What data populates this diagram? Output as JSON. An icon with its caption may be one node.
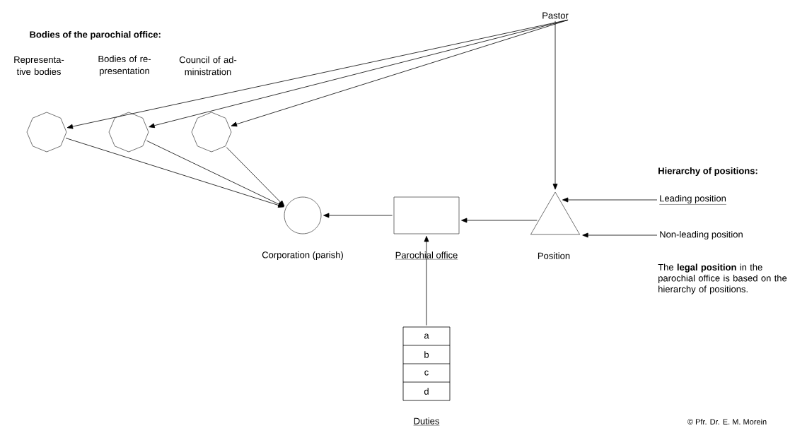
{
  "diagram": {
    "title": "Bodies of the parochial office:",
    "nodes": [
      {
        "text": [
          "Pastor"
        ]
      },
      {
        "text": [],
        "shape": "octagon"
      },
      {
        "text": [],
        "shape": "octagon"
      },
      {
        "text": [],
        "shape": "octagon"
      },
      {
        "text": [
          "Corporation (parish)"
        ]
      },
      {
        "text": [
          "Parochial office"
        ]
      },
      {
        "text": [
          "Position"
        ]
      },
      {
        "text": [
          "Leading position"
        ]
      },
      {
        "text": [
          "Non-leading position"
        ]
      },
      {
        "text": [
          "a",
          "b",
          "c",
          "d"
        ],
        "beside": [
          "Duties"
        ]
      }
    ],
    "edges": [
      {
        "from": 0,
        "to": 1,
        "arrow": "to"
      },
      {
        "from": 0,
        "to": 2,
        "arrow": "to"
      },
      {
        "from": 0,
        "to": 3,
        "arrow": "to"
      },
      {
        "from": 0,
        "to": 6,
        "arrow": "to"
      },
      {
        "from": 1,
        "to": 4,
        "arrow": "to"
      },
      {
        "from": 2,
        "to": 4,
        "arrow": "to"
      },
      {
        "from": 3,
        "to": 4,
        "arrow": "to"
      },
      {
        "from": 5,
        "to": 4,
        "arrow": "to"
      },
      {
        "from": 6,
        "to": 5,
        "arrow": "to"
      },
      {
        "from": 7,
        "to": 6,
        "arrow": "to"
      },
      {
        "from": 8,
        "to": 6,
        "arrow": "to"
      },
      {
        "from": 9,
        "to": 5,
        "arrow": "to"
      }
    ],
    "labels": [
      "Representa- tive bodies",
      "Bodies of re- presentation",
      "Council of ad- ministration",
      "Hierarchy of positions:",
      "The **legal position** in the parochial office is based on the hierarchy of positions.",
      "© Pfr. Dr. E. M. Morein"
    ]
  }
}
